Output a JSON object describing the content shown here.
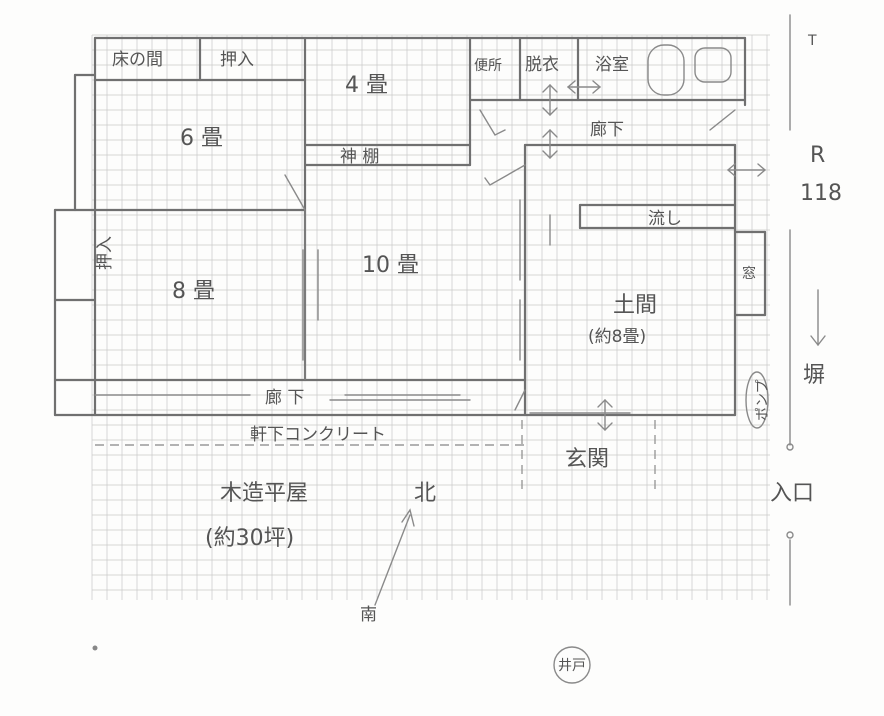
{
  "rooms": {
    "tokonoma": "床の間",
    "oshiire_top": "押入",
    "room4": "4 畳",
    "benjo": "便所",
    "datsui": "脱衣",
    "yokushitsu": "浴室",
    "room6": "6 畳",
    "kamidana": "神 棚",
    "rouka_top": "廊下",
    "nagashi": "流し",
    "oshiire_left": "押入",
    "room8": "8 畳",
    "room10": "10 畳",
    "doma": "土間",
    "doma_size": "(約8畳)",
    "mado": "窓",
    "rouka_bottom": "廊 下",
    "nokishita": "軒下コンクリート",
    "genkan": "玄関",
    "pump": "ポンプ"
  },
  "building": {
    "title": "木造平屋",
    "area": "(約30坪)"
  },
  "outside": {
    "north": "北",
    "south": "南",
    "road_code": "R",
    "road_number": "118",
    "hei": "塀",
    "iriguchi": "入口",
    "ido": "井戸",
    "top_mark": "T"
  }
}
